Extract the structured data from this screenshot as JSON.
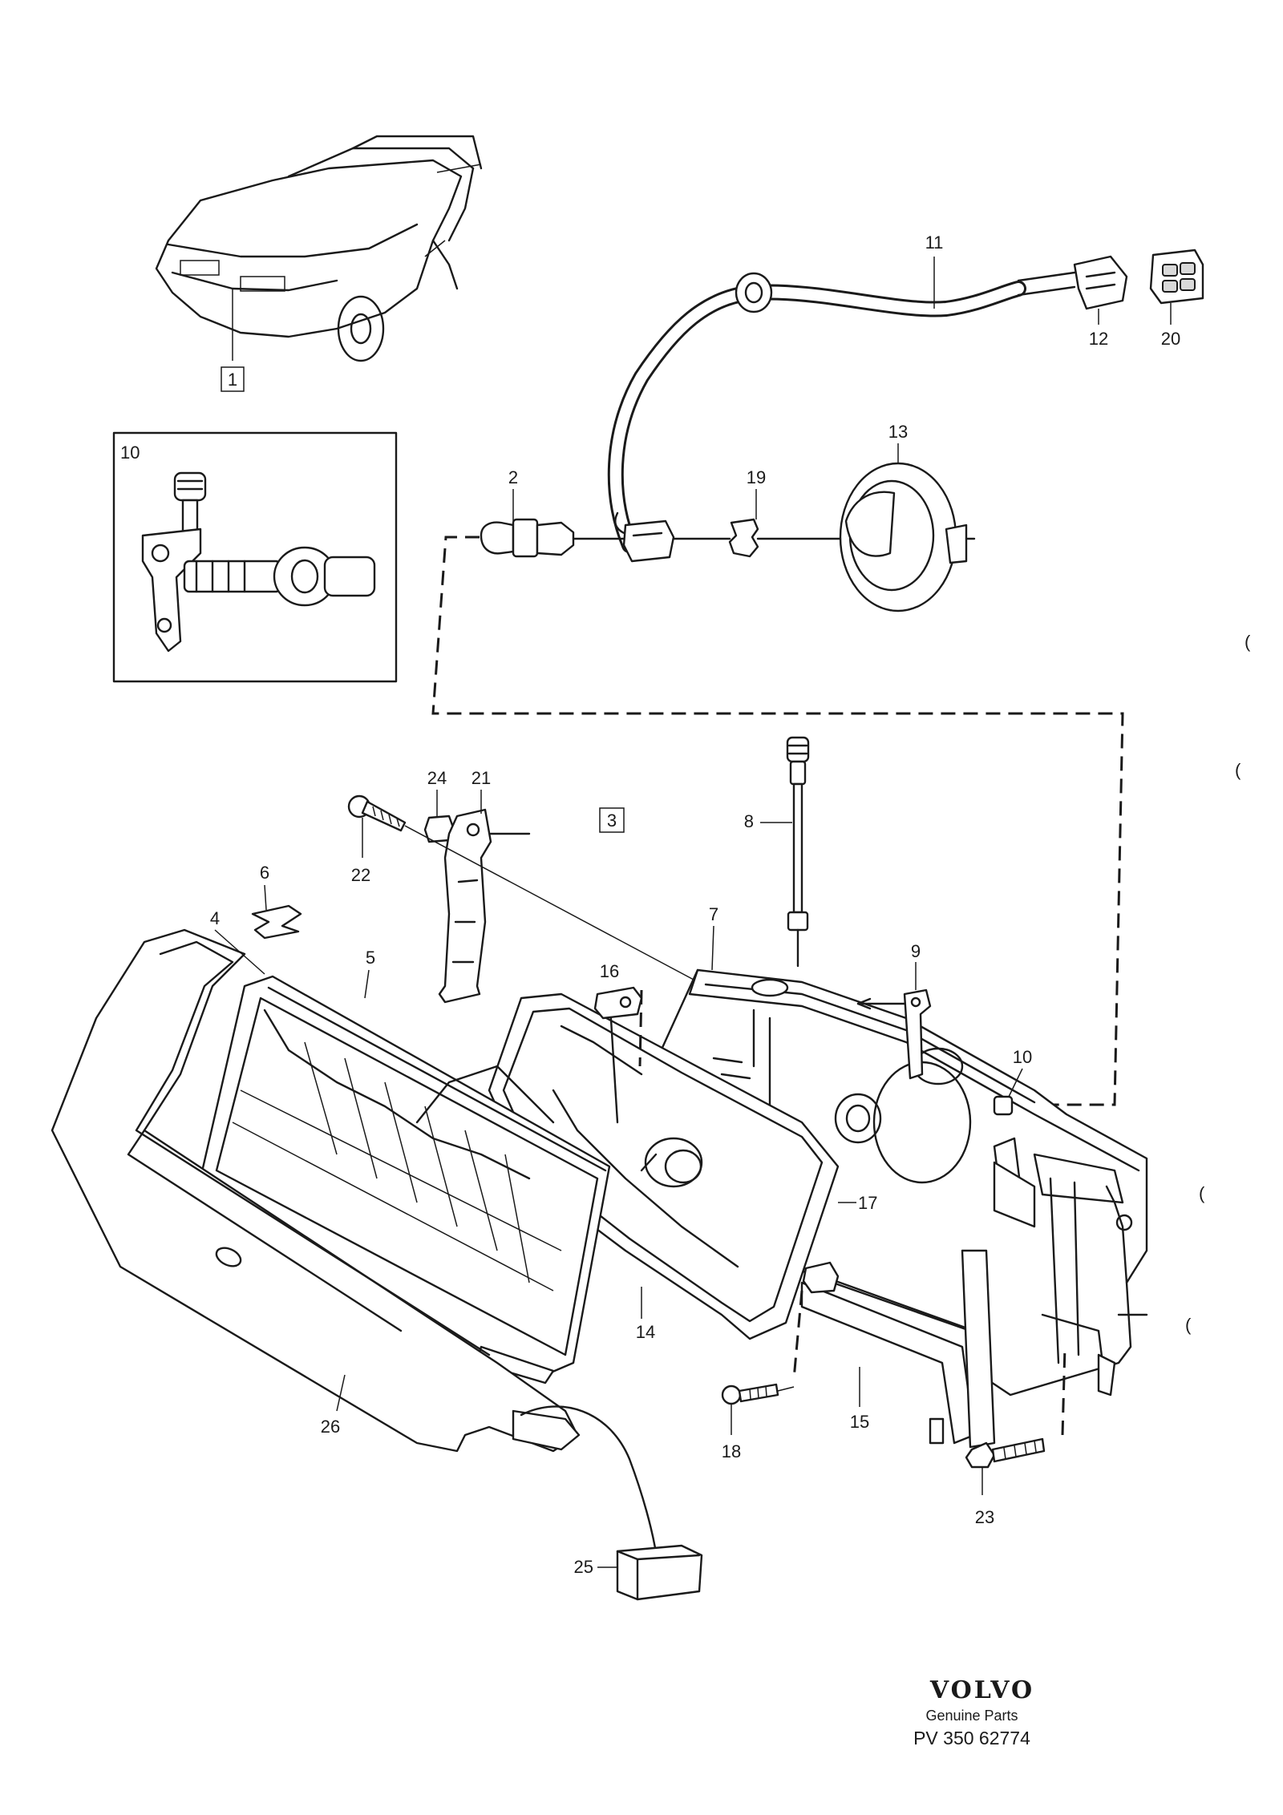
{
  "callouts": {
    "c1": "1",
    "c2": "2",
    "c3": "3",
    "c4": "4",
    "c5": "5",
    "c6": "6",
    "c7": "7",
    "c8": "8",
    "c9": "9",
    "c10_inset": "10",
    "c10_main": "10",
    "c11": "11",
    "c12": "12",
    "c13": "13",
    "c14": "14",
    "c15": "15",
    "c16": "16",
    "c17": "17",
    "c18": "18",
    "c19": "19",
    "c20": "20",
    "c21": "21",
    "c22": "22",
    "c23": "23",
    "c24": "24",
    "c25": "25",
    "c26": "26"
  },
  "brand": {
    "name": "VOLVO",
    "subtitle": "Genuine Parts",
    "code": "PV 350 62774"
  },
  "margin_marks": [
    "(",
    "(",
    "(",
    "("
  ]
}
